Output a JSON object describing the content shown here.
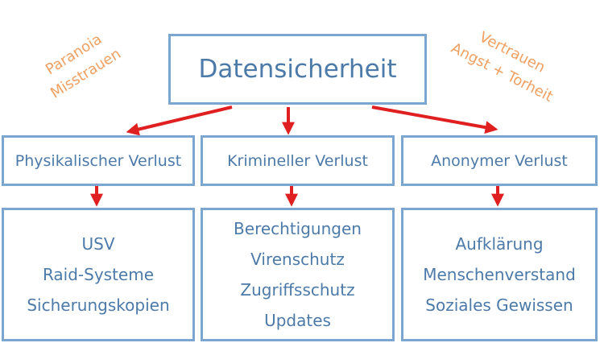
{
  "colors": {
    "box_border": "#7ba6cf",
    "box_text": "#4c7aa9",
    "arrow": "#e02020",
    "note_text": "#f0a062"
  },
  "top": {
    "label": "Datensicherheit"
  },
  "notes": {
    "left": [
      "Paranoia",
      "Misstrauen"
    ],
    "right": [
      "Vertrauen",
      "Angst + Torheit"
    ]
  },
  "categories": [
    {
      "label": "Physikalischer Verlust",
      "items": [
        "USV",
        "Raid-Systeme",
        "Sicherungskopien"
      ]
    },
    {
      "label": "Krimineller Verlust",
      "items": [
        "Berechtigungen",
        "Virenschutz",
        "Zugriffsschutz",
        "Updates"
      ]
    },
    {
      "label": "Anonymer Verlust",
      "items": [
        "Aufklärung",
        "Menschenverstand",
        "Soziales Gewissen"
      ]
    }
  ]
}
